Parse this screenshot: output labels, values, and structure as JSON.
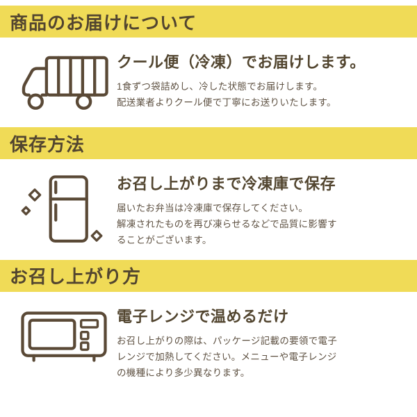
{
  "page": {
    "accent_color": "#F0DB57",
    "heading_text_color": "#52452F",
    "body_text_color": "#5E5142",
    "icon_stroke_color": "#5A4936"
  },
  "sections": [
    {
      "heading": "商品のお届けについて",
      "icon": "truck-icon",
      "title": "クール便（冷凍）でお届けします。",
      "body": [
        "1食ずつ袋詰めし、冷した状態でお届けします。",
        "配送業者よりクール便で丁寧にお送りいたします。"
      ]
    },
    {
      "heading": "保存方法",
      "icon": "fridge-icon",
      "title": "お召し上がりまで冷凍庫で保存",
      "body": [
        "届いたお弁当は冷凍庫で保存してください。",
        "解凍されたものを再び凍らせるなどで品質に影響す",
        "ることがございます。"
      ]
    },
    {
      "heading": "お召し上がり方",
      "icon": "microwave-icon",
      "title": "電子レンジで温めるだけ",
      "body": [
        "お召し上がりの際は、パッケージ記載の要領で電子",
        "レンジで加熱してください。メニューや電子レンジ",
        "の機種により多少異なります。"
      ]
    }
  ]
}
